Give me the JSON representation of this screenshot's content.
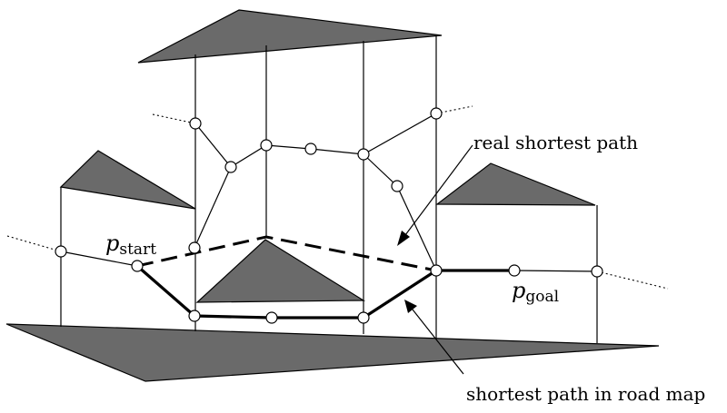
{
  "labels": {
    "real_path": "real shortest path",
    "road_path": "shortest path in road map",
    "start_var": "p",
    "start_sub": "start",
    "goal_var": "p",
    "goal_sub": "goal"
  },
  "colors": {
    "obstacle_fill": "#6a6a6a",
    "stroke": "#000000",
    "node_fill": "#ffffff"
  }
}
